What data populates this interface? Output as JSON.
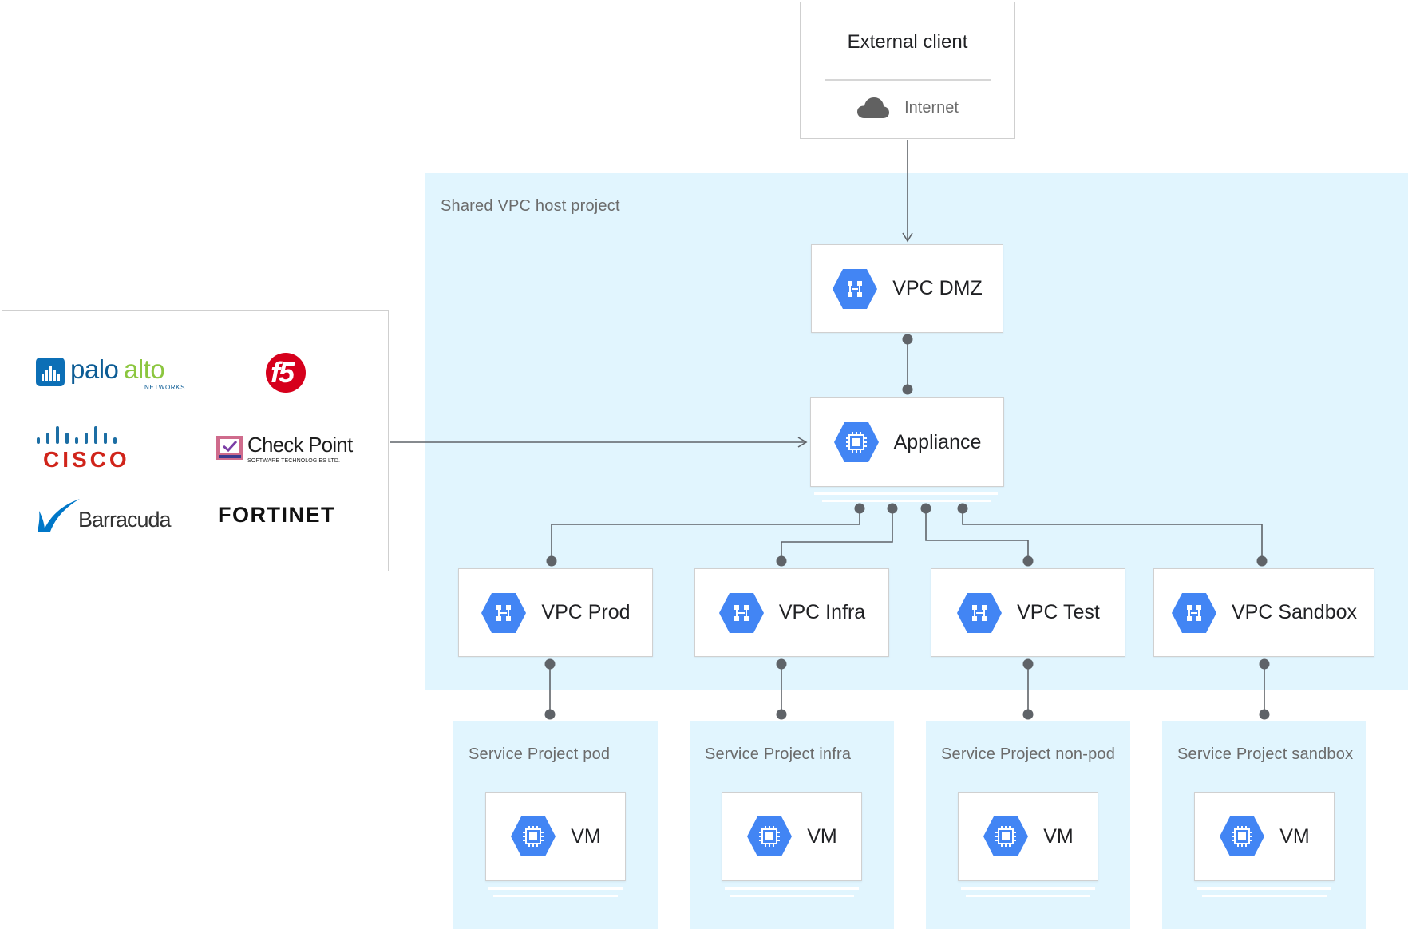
{
  "external": {
    "title": "External client",
    "subtitle": "Internet",
    "icon": "cloud-icon"
  },
  "host_project": {
    "label": "Shared VPC host project"
  },
  "vpc_dmz": {
    "label": "VPC DMZ",
    "icon": "vpc-network-icon"
  },
  "appliance": {
    "label": "Appliance",
    "icon": "compute-engine-icon"
  },
  "vpcs": [
    {
      "label": "VPC Prod"
    },
    {
      "label": "VPC Infra"
    },
    {
      "label": "VPC Test"
    },
    {
      "label": "VPC Sandbox"
    }
  ],
  "service_projects": [
    {
      "label": "Service Project pod",
      "vm": "VM"
    },
    {
      "label": "Service Project infra",
      "vm": "VM"
    },
    {
      "label": "Service Project non-pod",
      "vm": "VM"
    },
    {
      "label": "Service Project sandbox",
      "vm": "VM"
    }
  ],
  "vendors": {
    "paloalto": {
      "main_a": "palo",
      "main_b": "alto",
      "sub": "NETWORKS"
    },
    "f5": {
      "text": "f5"
    },
    "cisco": {
      "text": "CISCO"
    },
    "checkpoint": {
      "main": "Check Point",
      "sub": "SOFTWARE TECHNOLOGIES LTD."
    },
    "barracuda": {
      "text": "Barracuda"
    },
    "fortinet": {
      "text": "FORTINET"
    }
  },
  "colors": {
    "region_fill": "#e1f5fe",
    "icon_blue": "#4285f4",
    "connector": "#5f6368"
  }
}
